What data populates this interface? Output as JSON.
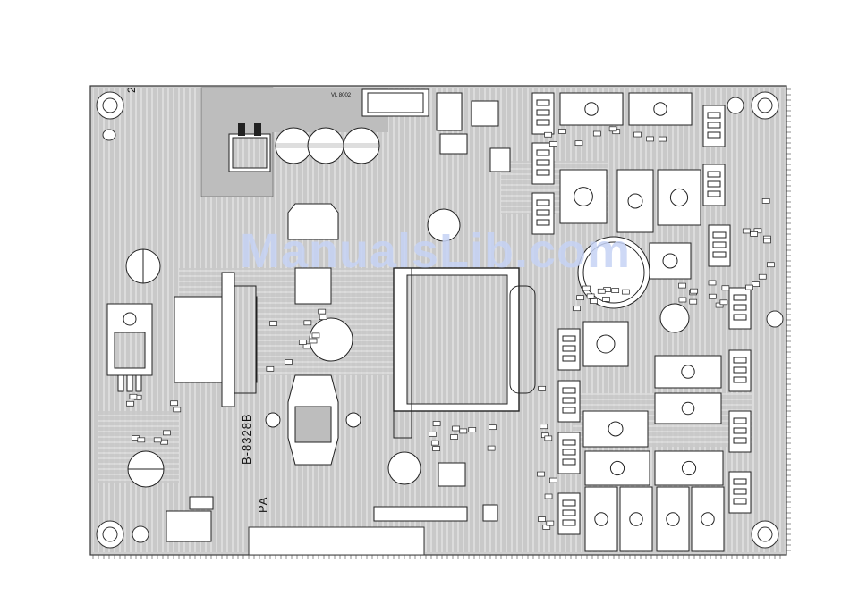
{
  "board": {
    "code_label": "B-8328B",
    "variant_label": "PA",
    "corner_mark": "2",
    "top_tag": "VL 8002"
  },
  "watermark": "ManualsLib.com",
  "colors": {
    "board": "#c8c8c8",
    "trace": "#ffffff",
    "ink": "#1a1a1a",
    "pad": "#ffffff",
    "watermark": "#c6d3f5"
  },
  "icons": [
    "mounting-hole-icon",
    "capacitor-icon",
    "transformer-icon",
    "ic-chip-icon",
    "connector-icon"
  ]
}
